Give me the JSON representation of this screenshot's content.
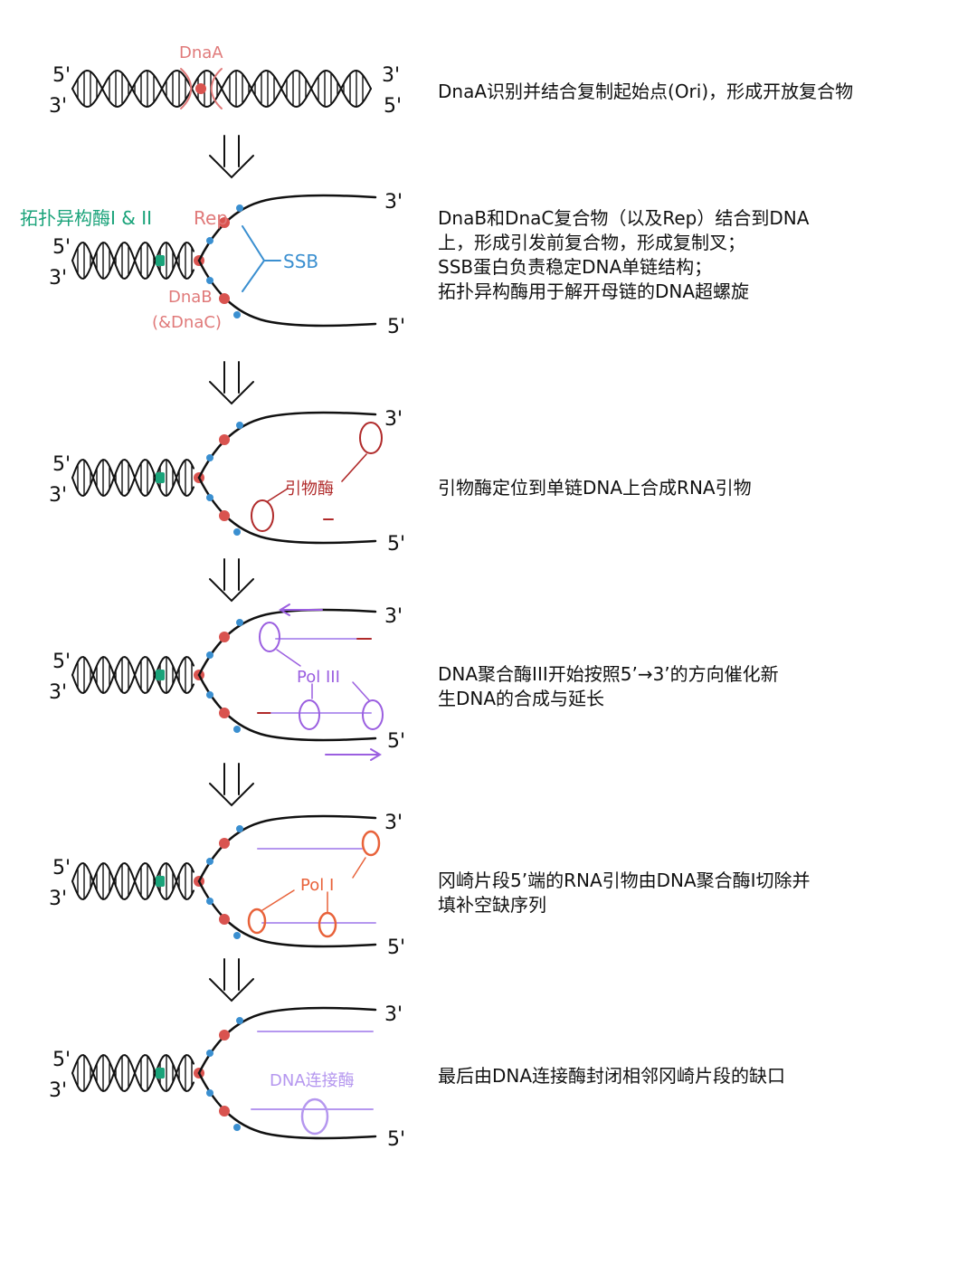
{
  "colors": {
    "ink": "#111111",
    "dnaA": "#e07a7a",
    "protein_red": "#d9534f",
    "topo": "#1aa37a",
    "ssb": "#3a8fd0",
    "primase": "#b02a2a",
    "pol3": "#9b5fe0",
    "pol1": "#e8623a",
    "new_strand": "#b597ef",
    "ligase": "#b597ef"
  },
  "end_labels": {
    "five": "5'",
    "three": "3'"
  },
  "steps": [
    {
      "description": "DnaA识别并结合复制起始点(Ori)，形成开放复合物",
      "labels": {
        "dnaA": "DnaA"
      }
    },
    {
      "description": "DnaB和DnaC复合物（以及Rep）结合到DNA\n上，形成引发前复合物，形成复制叉；\nSSB蛋白负责稳定DNA单链结构；\n拓扑异构酶用于解开母链的DNA超螺旋",
      "labels": {
        "topo": "拓扑异构酶I & II",
        "rep": "Rep",
        "ssb": "SSB",
        "dnaB": "DnaB",
        "dnaC": "(&DnaC)"
      }
    },
    {
      "description": "引物酶定位到单链DNA上合成RNA引物",
      "labels": {
        "primase": "引物酶"
      }
    },
    {
      "description": "DNA聚合酶III开始按照5’→3’的方向催化新\n生DNA的合成与延长",
      "labels": {
        "pol3": "Pol III"
      }
    },
    {
      "description": "冈崎片段5’端的RNA引物由DNA聚合酶I切除并\n填补空缺序列",
      "labels": {
        "pol1": "Pol I"
      }
    },
    {
      "description": "最后由DNA连接酶封闭相邻冈崎片段的缺口",
      "labels": {
        "ligase": "DNA连接酶"
      }
    }
  ],
  "icons": {
    "arrow": "double-down-arrow-icon"
  }
}
